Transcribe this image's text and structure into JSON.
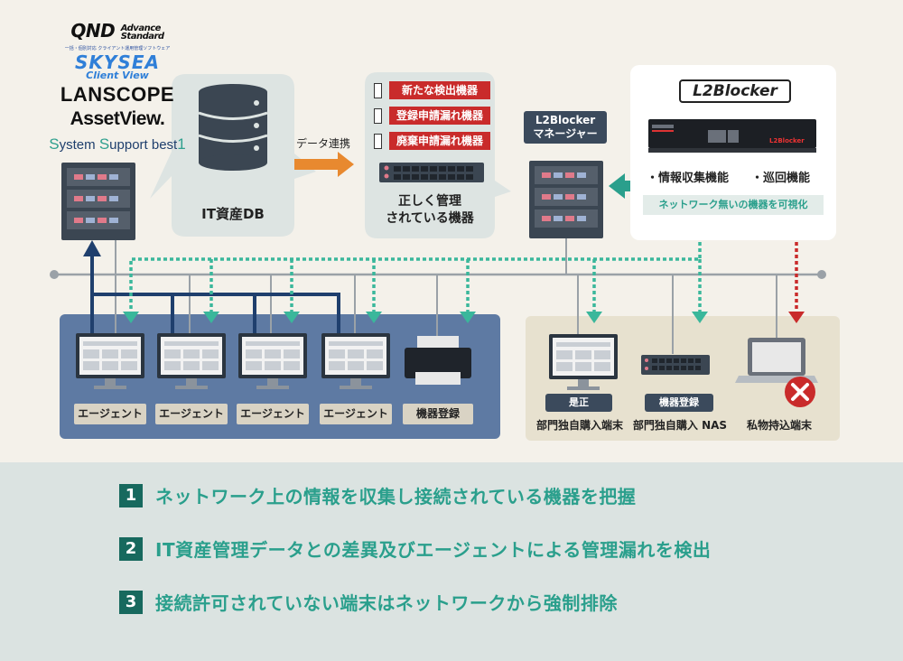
{
  "logos": {
    "qnd": "QND",
    "qnd_sub1": "Advance",
    "qnd_sub2": "Standard",
    "skysea_tag": "一括・個別対応 クライアント運用管理ソフトウェア",
    "skysea": "SKYSEA",
    "skysea_client": "Client View",
    "lanscope": "LANSCOPE",
    "assetview": "AssetView.",
    "ssb_s1": "S",
    "ssb_w1": "ystem ",
    "ssb_s2": "S",
    "ssb_w2": "upport best",
    "ssb_1": "1"
  },
  "db": {
    "label": "IT資産DB"
  },
  "arrow_label": "データ連携",
  "detect_tags": [
    "新たな検出機器",
    "登録申請漏れ機器",
    "廃棄申請漏れ機器"
  ],
  "managed": {
    "line1": "正しく管理",
    "line2": "されている機器"
  },
  "manager": {
    "line1": "L2Blocker",
    "line2": "マネージャー"
  },
  "l2blocker": {
    "logo": "L2Blocker",
    "device_brand": "L2Blocker",
    "features": [
      "・情報収集機能",
      "・巡回機能"
    ],
    "visualize": "ネットワーク無いの機器を可視化"
  },
  "agents": [
    "エージェント",
    "エージェント",
    "エージェント",
    "エージェント"
  ],
  "printer_label": "機器登録",
  "right_devices": [
    {
      "tag": "是正",
      "caption": "部門独自購入端末"
    },
    {
      "tag": "機器登録",
      "caption": "部門独自購入 NAS"
    },
    {
      "tag": "",
      "caption": "私物持込端末"
    }
  ],
  "statements": [
    {
      "num": "1",
      "text": "ネットワーク上の情報を収集し接続されている機器を把握"
    },
    {
      "num": "2",
      "text": "IT資産管理データとの差異及びエージェントによる管理漏れを検出"
    },
    {
      "num": "3",
      "text": "接続許可されていない端末はネットワークから強制排除"
    }
  ],
  "colors": {
    "teal": "#2a9f8c",
    "navy": "#1f3f6d",
    "red": "#c92b2b",
    "green_dot": "#3ab79b",
    "network_panel": "#5e7aa3",
    "right_panel": "#e7e1cf"
  }
}
